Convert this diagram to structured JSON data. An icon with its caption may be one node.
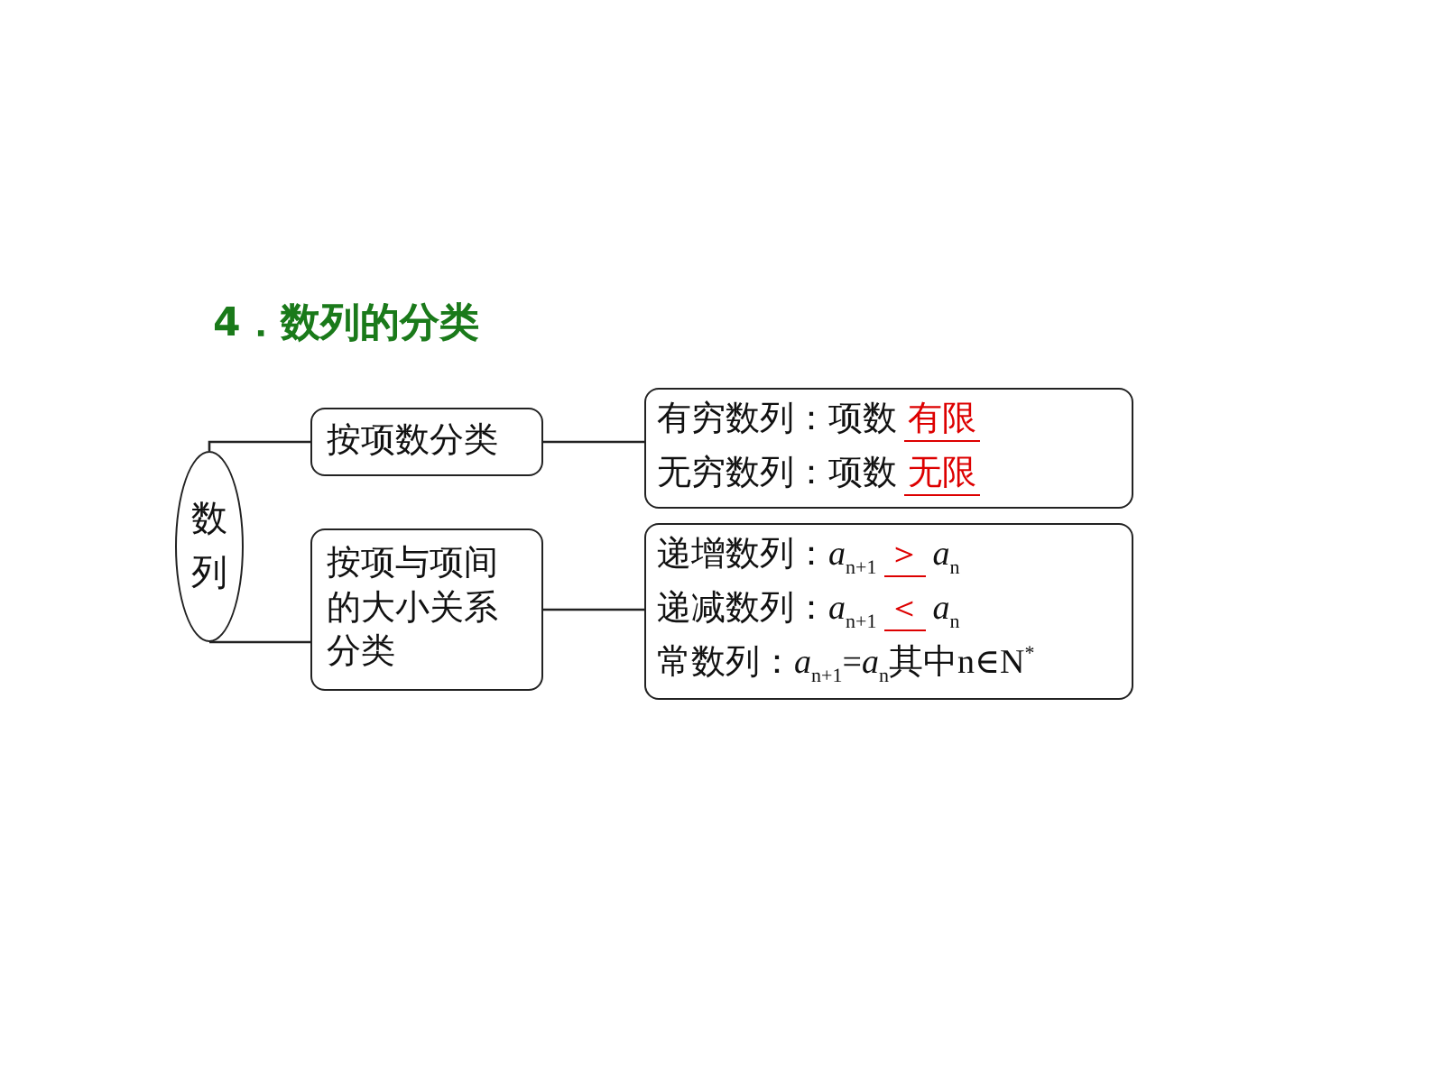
{
  "diagram": {
    "title": "4．数列的分类",
    "nodes": [
      {
        "text": [
          "数列"
        ]
      },
      {
        "text": [
          "按项数分类"
        ]
      },
      {
        "text": [
          "按项与项间的大小关系分类"
        ]
      },
      {
        "text": [
          "有穷数列：项数",
          "有限",
          "无穷数列：项数",
          "无限"
        ]
      },
      {
        "text": [
          "递增数列：*a*$_{n+1}$",
          "＞",
          "*a*$_{n}$",
          "递减数列：*a*$_{n+1}$",
          "＜",
          "*a*$_{n}$",
          "常数列：*a*$_{n+1}$=*a*$_{n}$其中n∈N$^{*}$"
        ]
      }
    ],
    "edges": [
      {
        "from": 0,
        "to": 1,
        "arrow": "none"
      },
      {
        "from": 0,
        "to": 2,
        "arrow": "none"
      },
      {
        "from": 1,
        "to": 3,
        "arrow": "none"
      },
      {
        "from": 2,
        "to": 4,
        "arrow": "none"
      }
    ]
  }
}
